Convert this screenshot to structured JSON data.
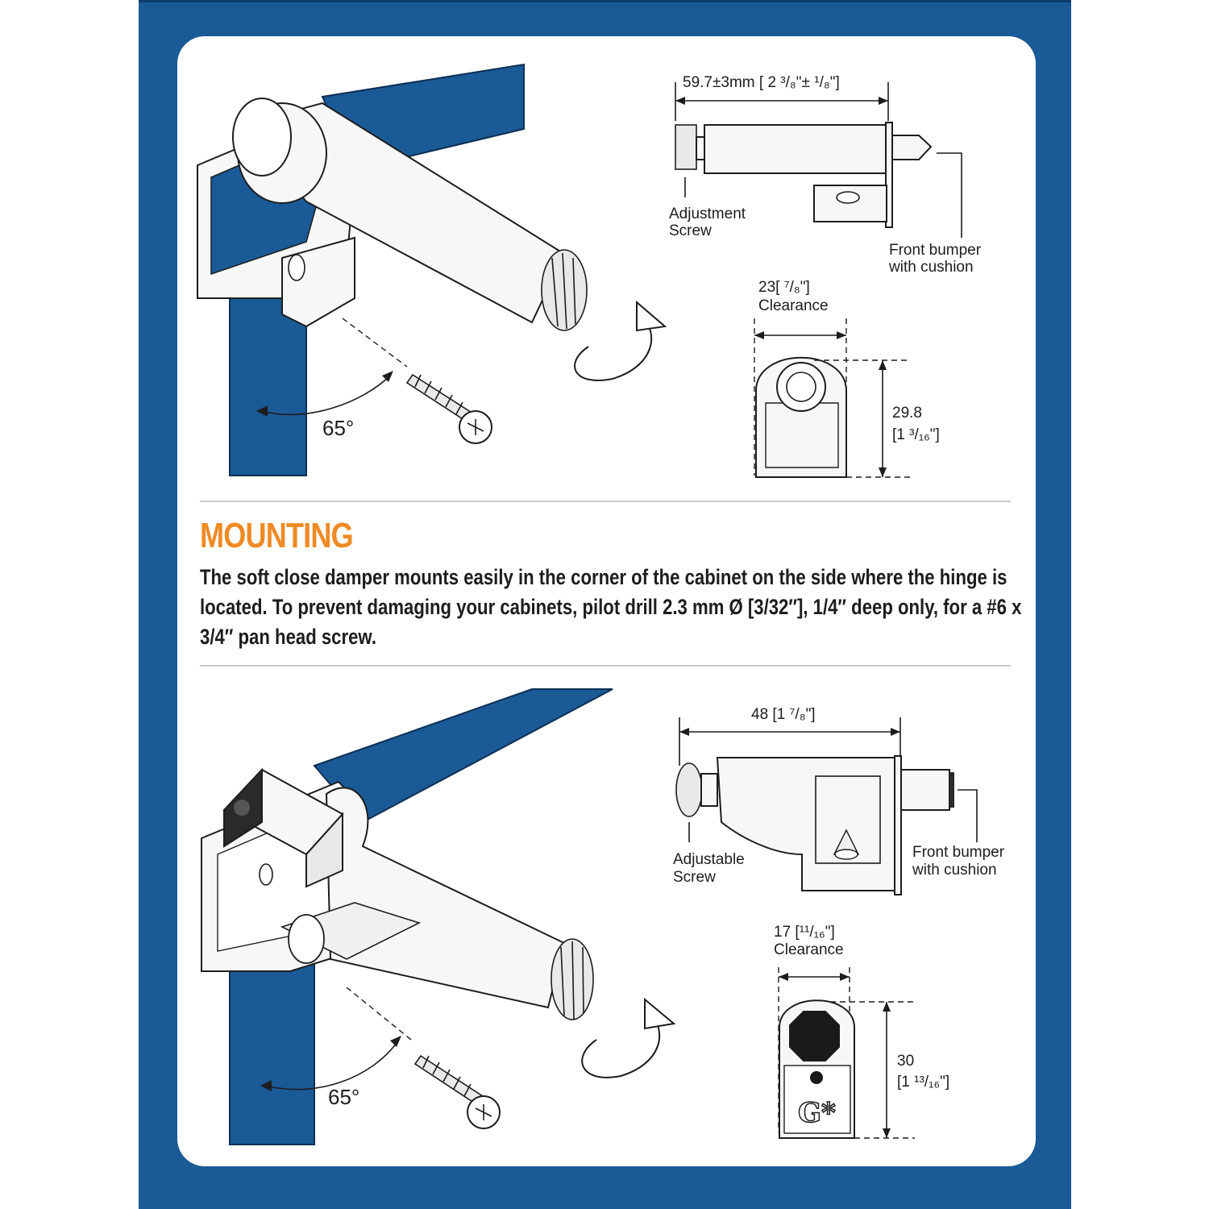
{
  "mounting": {
    "title": "MOUNTING",
    "body": "The soft close damper mounts easily in the corner of the cabinet on the side where the hinge is located. To prevent damaging your cabinets, pilot drill 2.3 mm Ø [3/32″], 1/4″ deep only, for a #6 x 3/4″ pan head screw."
  },
  "top_diagram": {
    "angle": "65°",
    "length_dim": "59.7±3mm [ 2 ³/₈\"± ¹/₈\"]",
    "adjust_label_1": "Adjustment",
    "adjust_label_2": "Screw",
    "bumper_label_1": "Front bumper",
    "bumper_label_2": "with cushion",
    "clearance_value": "23[ ⁷/₈\"]",
    "clearance_label": "Clearance",
    "height_value": "29.8",
    "height_imperial": "[1 ³/₁₆\"]"
  },
  "bottom_diagram": {
    "angle": "65°",
    "length_dim": "48 [1 ⁷/₈\"]",
    "adjust_label_1": "Adjustable",
    "adjust_label_2": "Screw",
    "bumper_label_1": "Front bumper",
    "bumper_label_2": "with cushion",
    "clearance_value": "17 [¹¹/₁₆\"]",
    "clearance_label": "Clearance",
    "height_value": "30",
    "height_imperial": "[1 ¹³/₁₆\"]",
    "logo": "G*"
  },
  "colors": {
    "frame_blue": "#1a5a96",
    "title_orange": "#f08a24",
    "text_dark": "#1d1d1d"
  }
}
